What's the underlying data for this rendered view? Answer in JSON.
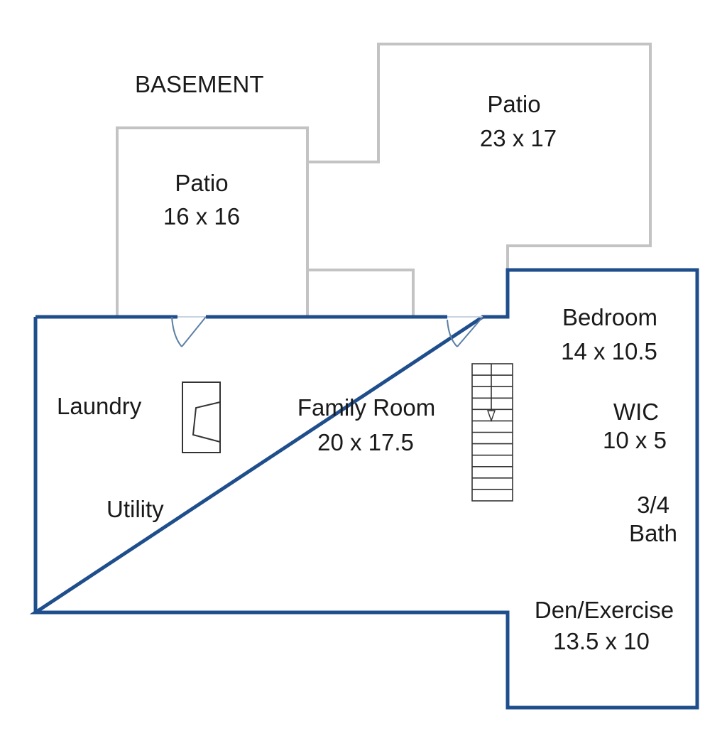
{
  "title": "BASEMENT",
  "colors": {
    "exterior_wall": "#1f4e8c",
    "patio_outline": "#c3c3c3",
    "fixture_line": "#333333",
    "door_swing": "#5b7fa6",
    "text": "#1a1a1a"
  },
  "rooms": {
    "patio_left": {
      "name": "Patio",
      "size": "16 x 16"
    },
    "patio_right": {
      "name": "Patio",
      "size": "23 x 17"
    },
    "bedroom": {
      "name": "Bedroom",
      "size": "14 x 10.5"
    },
    "family_room": {
      "name": "Family Room",
      "size": "20 x 17.5"
    },
    "laundry": {
      "name": "Laundry"
    },
    "utility": {
      "name": "Utility"
    },
    "wic": {
      "name": "WIC",
      "size": "10 x 5"
    },
    "bath": {
      "name_line1": "3/4",
      "name_line2": "Bath"
    },
    "den": {
      "name": "Den/Exercise",
      "size": "13.5 x 10"
    }
  },
  "fixtures": {
    "stairs": {
      "icon": "staircase-down-arrow-icon"
    },
    "washer": {
      "icon": "appliance-icon"
    },
    "doors": {
      "icon": "door-swing-icon"
    }
  }
}
